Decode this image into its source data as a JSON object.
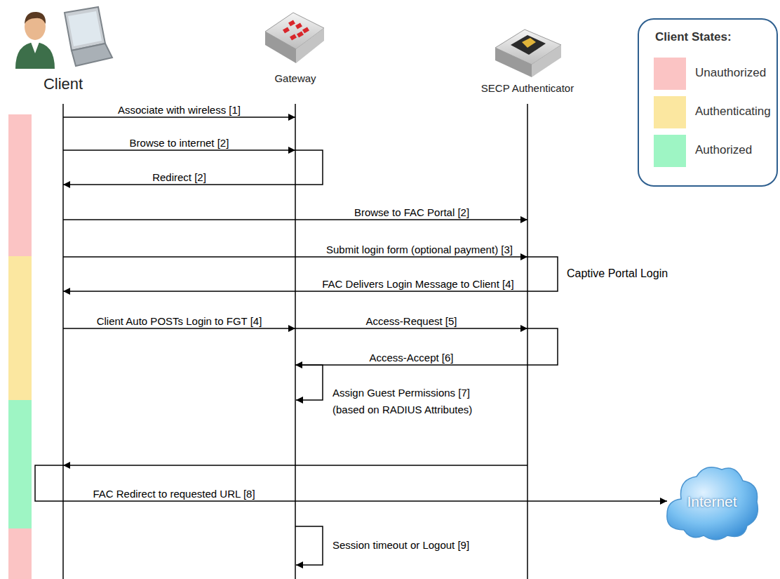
{
  "diagram": {
    "nodes": [
      {
        "text": [
          "Client"
        ]
      },
      {
        "text": [
          "Gateway"
        ]
      },
      {
        "text": [
          "SECP Authenticator"
        ]
      },
      {
        "text": [
          "Internet"
        ]
      }
    ],
    "edges": [
      {
        "from": 0,
        "to": 1,
        "arrow": "to",
        "label": "Associate with wireless [1]"
      },
      {
        "from": 0,
        "to": 1,
        "arrow": "to",
        "label": "Browse to internet [2]"
      },
      {
        "from": 1,
        "to": 0,
        "arrow": "to",
        "label": "Redirect [2]"
      },
      {
        "from": 0,
        "to": 2,
        "arrow": "to",
        "label": "Browse to FAC Portal [2]"
      },
      {
        "from": 0,
        "to": 2,
        "arrow": "to",
        "label": "Submit login form (optional payment) [3]"
      },
      {
        "from": 2,
        "to": 0,
        "arrow": "to",
        "label": "FAC Delivers Login Message to Client [4]"
      },
      {
        "from": 0,
        "to": 1,
        "arrow": "to",
        "label": "Client Auto POSTs Login to FGT [4]"
      },
      {
        "from": 1,
        "to": 2,
        "arrow": "to",
        "label": "Access-Request [5]"
      },
      {
        "from": 2,
        "to": 1,
        "arrow": "to",
        "label": "Access-Accept [6]"
      },
      {
        "from": 2,
        "to": 0,
        "arrow": "to"
      },
      {
        "from": 0,
        "to": 3,
        "arrow": "to",
        "label": "FAC Redirect to requested URL [8]"
      }
    ],
    "labels": [
      "Client States:",
      "Captive Portal Login",
      "Assign Guest Permissions [7]",
      "(based on RADIUS Attributes)",
      "Session timeout or Logout [9]"
    ],
    "legend": [
      {
        "text": "Unauthorized",
        "color": "#fbc4c4"
      },
      {
        "text": "Authenticating",
        "color": "#fbe7a0"
      },
      {
        "text": "Authorized",
        "color": "#9ef5c4"
      }
    ]
  }
}
